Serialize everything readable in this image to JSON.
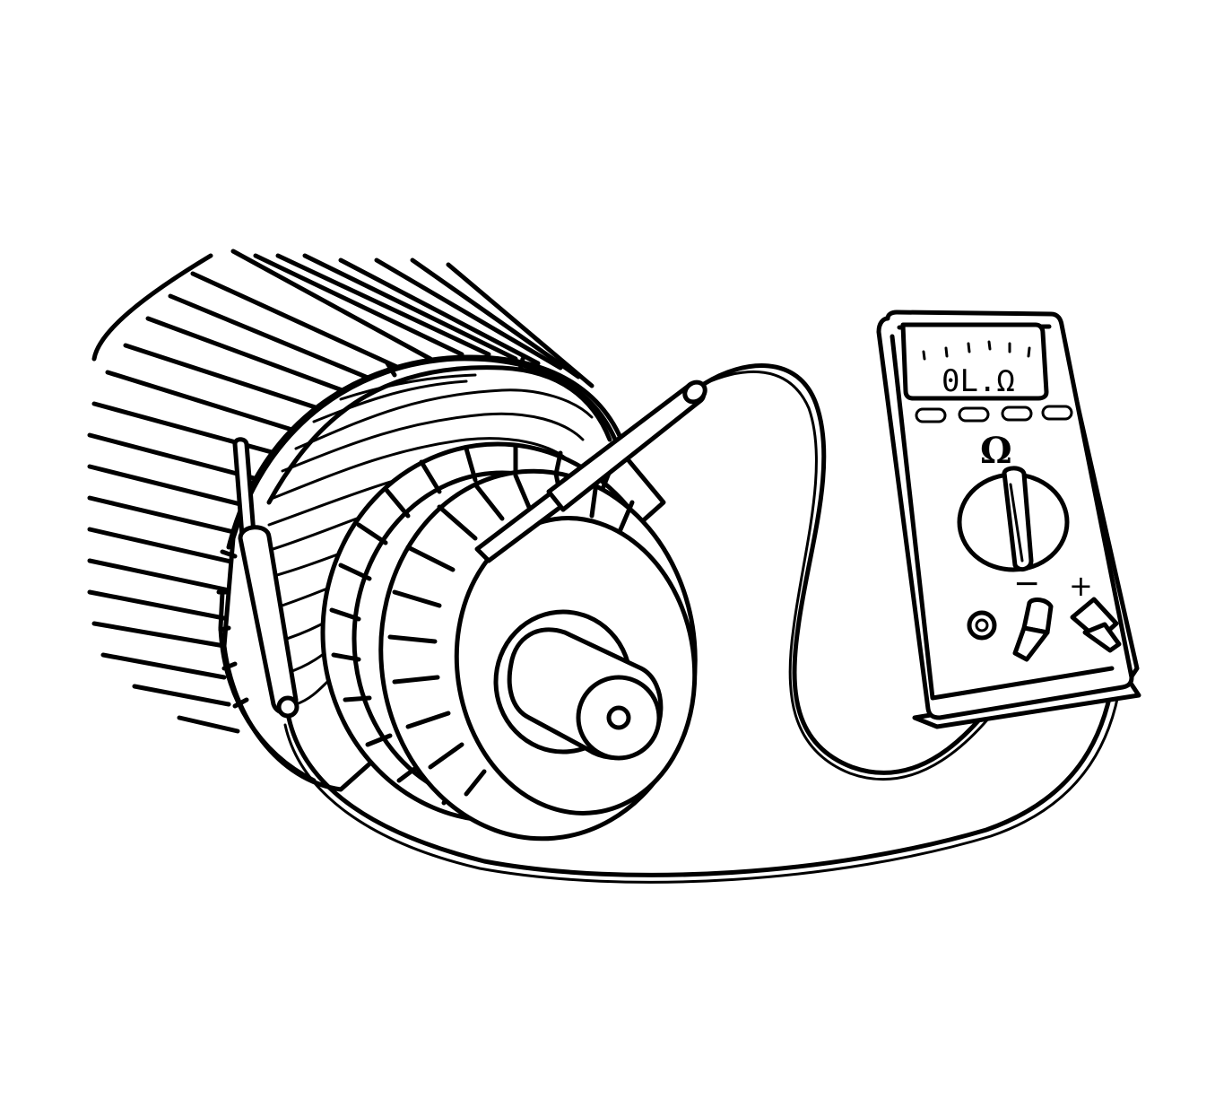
{
  "meter": {
    "display_reading": "0L.Ω",
    "dial_symbol": "Ω",
    "negative_label": "−",
    "positive_label": "+"
  },
  "icons": [
    "armature",
    "multimeter",
    "test-probe",
    "rotary-dial"
  ],
  "colors": {
    "line": "#000000",
    "background": "#ffffff"
  }
}
